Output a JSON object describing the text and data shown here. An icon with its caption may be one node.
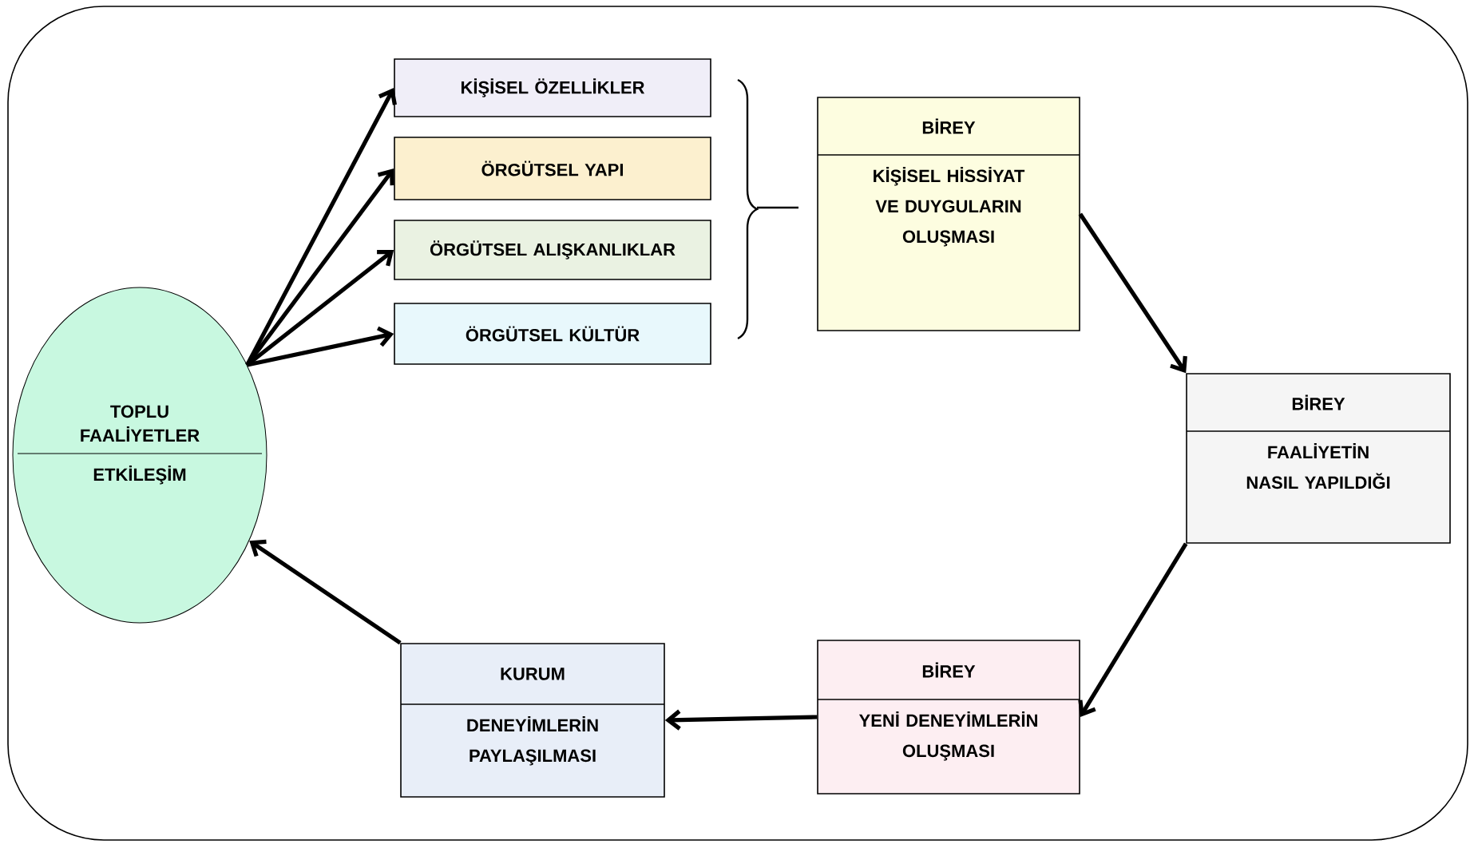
{
  "diagram": {
    "nodes": [
      {
        "text": [
          "TOPLU FAALİYETLER",
          "ETKİLEŞİM"
        ]
      },
      {
        "text": [
          "KİŞİSEL ÖZELLİKLER"
        ]
      },
      {
        "text": [
          "ÖRGÜTSEL YAPI"
        ]
      },
      {
        "text": [
          "ÖRGÜTSEL ALIŞKANLIKLAR"
        ]
      },
      {
        "text": [
          "ÖRGÜTSEL KÜLTÜR"
        ]
      },
      {
        "text": [
          "BİREY",
          "KİŞİSEL HİSSİYAT VE DUYGULARIN OLUŞMASI"
        ]
      },
      {
        "text": [
          "BİREY",
          "FAALİYETİN NASIL YAPILDIĞI"
        ]
      },
      {
        "text": [
          "BİREY",
          "YENİ DENEYİMLERİN OLUŞMASI"
        ]
      },
      {
        "text": [
          "KURUM",
          "DENEYİMLERİN PAYLAŞILMASI"
        ]
      }
    ],
    "edges": [
      {
        "from": 0,
        "to": 1,
        "arrow": "to"
      },
      {
        "from": 0,
        "to": 2,
        "arrow": "to"
      },
      {
        "from": 0,
        "to": 3,
        "arrow": "to"
      },
      {
        "from": 0,
        "to": 4,
        "arrow": "to"
      },
      {
        "from": 5,
        "to": 6,
        "arrow": "to"
      },
      {
        "from": 6,
        "to": 7,
        "arrow": "to"
      },
      {
        "from": 7,
        "to": 8,
        "arrow": "to"
      },
      {
        "from": 8,
        "to": 0,
        "arrow": "to"
      }
    ]
  }
}
